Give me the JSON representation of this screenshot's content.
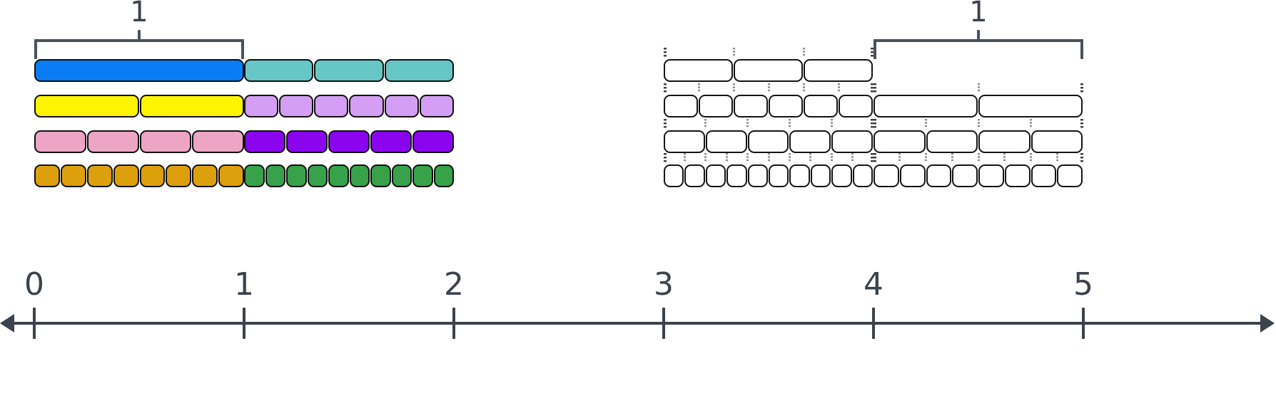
{
  "chart_data": {
    "type": "bar",
    "title": "",
    "xlabel": "",
    "ylabel": "",
    "description": "Fraction strip diagram: four groups of partitioned unit bars above a number line from 0 to 5",
    "number_line": {
      "min": 0,
      "max": 5,
      "tick_labels": [
        "0",
        "1",
        "2",
        "3",
        "4",
        "5"
      ],
      "tick_values": [
        0,
        1,
        2,
        3,
        4,
        5
      ],
      "arrows": [
        "left",
        "right"
      ],
      "axis_color": "#3b434c"
    },
    "brace_label": "1",
    "groups": [
      {
        "name": "group-1",
        "start_value": 0,
        "end_value": 1,
        "braced": true,
        "rows": [
          {
            "name": "whole",
            "segments": 1,
            "fraction": "1/1",
            "color": "#0a7cf4",
            "filled": true
          },
          {
            "name": "halves",
            "segments": 2,
            "fraction": "1/2",
            "color": "#fdf500",
            "filled": true
          },
          {
            "name": "quarters",
            "segments": 4,
            "fraction": "1/4",
            "color": "#eda5c6",
            "filled": true
          },
          {
            "name": "eighths",
            "segments": 8,
            "fraction": "1/8",
            "color": "#dda00d",
            "filled": true
          }
        ]
      },
      {
        "name": "group-2",
        "start_value": 1,
        "end_value": 2,
        "braced": false,
        "rows": [
          {
            "name": "thirds",
            "segments": 3,
            "fraction": "1/3",
            "color": "#67c6c6",
            "filled": true
          },
          {
            "name": "sixths",
            "segments": 6,
            "fraction": "1/6",
            "color": "#d49ef5",
            "filled": true
          },
          {
            "name": "fifths",
            "segments": 5,
            "fraction": "1/5",
            "color": "#8a05ee",
            "filled": true
          },
          {
            "name": "tenths",
            "segments": 10,
            "fraction": "1/10",
            "color": "#37a24a",
            "filled": true
          }
        ]
      },
      {
        "name": "group-3",
        "start_value": 3,
        "end_value": 4,
        "braced": false,
        "rows": [
          {
            "name": "thirds",
            "segments": 3,
            "fraction": "1/3",
            "color": "#ffffff",
            "filled": false
          },
          {
            "name": "sixths",
            "segments": 6,
            "fraction": "1/6",
            "color": "#ffffff",
            "filled": false
          },
          {
            "name": "fifths",
            "segments": 5,
            "fraction": "1/5",
            "color": "#ffffff",
            "filled": false
          },
          {
            "name": "tenths",
            "segments": 10,
            "fraction": "1/10",
            "color": "#ffffff",
            "filled": false
          }
        ]
      },
      {
        "name": "group-4",
        "start_value": 4,
        "end_value": 5,
        "braced": true,
        "rows": [
          {
            "name": "halves",
            "segments": 2,
            "fraction": "1/2",
            "color": "#ffffff",
            "filled": false
          },
          {
            "name": "quarters",
            "segments": 4,
            "fraction": "1/4",
            "color": "#ffffff",
            "filled": false
          },
          {
            "name": "eighths",
            "segments": 8,
            "fraction": "1/8",
            "color": "#ffffff",
            "filled": false
          }
        ]
      }
    ]
  },
  "colors": {
    "ink": "#3b434c",
    "brace": "#4a525c",
    "outline": "#111111",
    "background": "#ffffff"
  }
}
